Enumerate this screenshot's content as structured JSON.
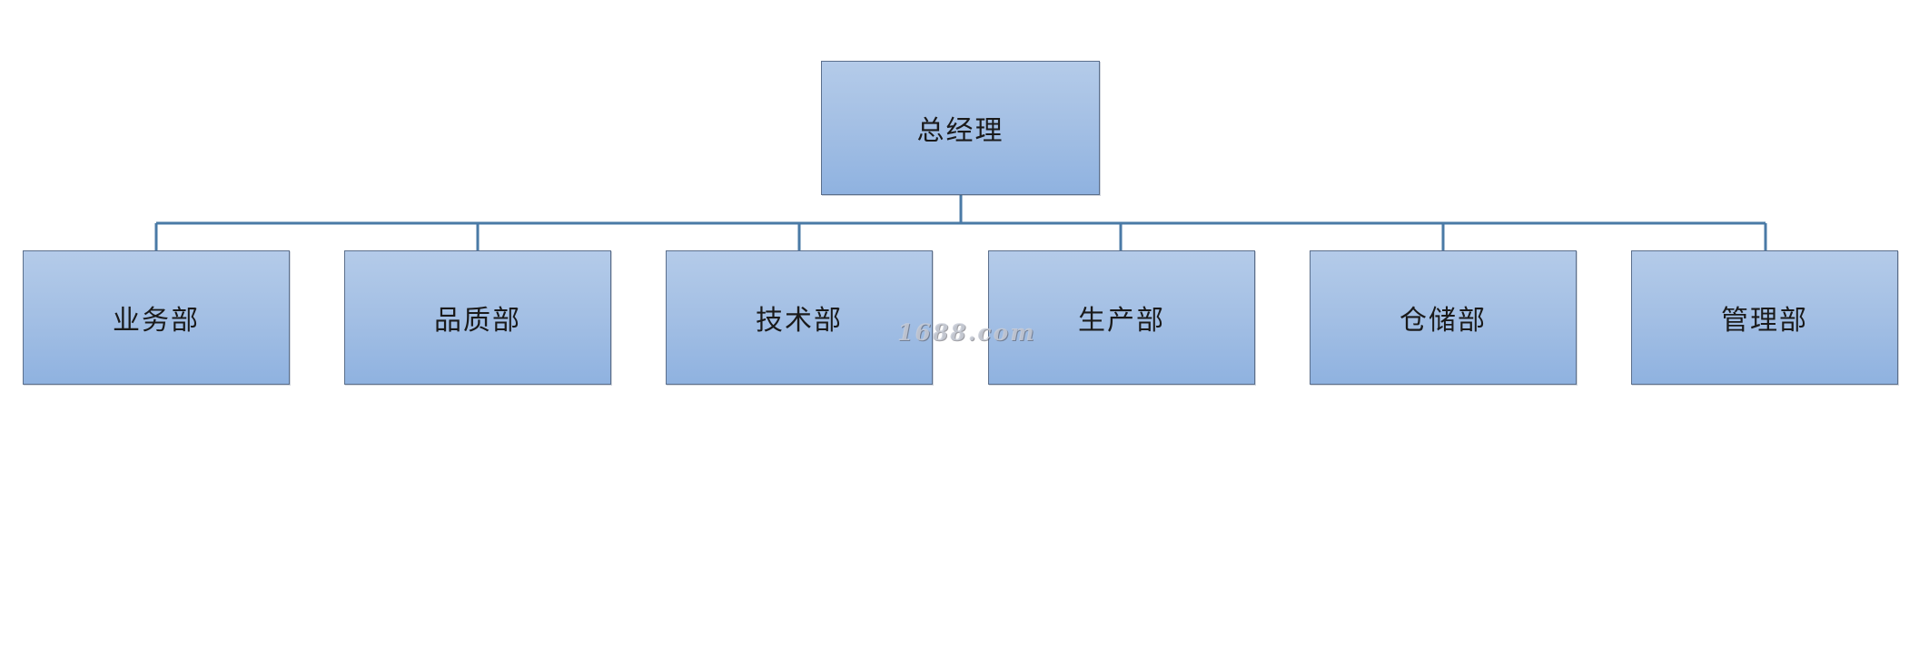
{
  "org_chart": {
    "root": {
      "label": "总经理"
    },
    "departments": [
      {
        "label": "业务部"
      },
      {
        "label": "品质部"
      },
      {
        "label": "技术部"
      },
      {
        "label": "生产部"
      },
      {
        "label": "仓储部"
      },
      {
        "label": "管理部"
      }
    ]
  },
  "watermark": "1688.com",
  "colors": {
    "node_fill_top": "#b4cbe9",
    "node_fill_bottom": "#8fb2e0",
    "node_border": "#5b6f8c",
    "connector": "#4a7aa6"
  }
}
